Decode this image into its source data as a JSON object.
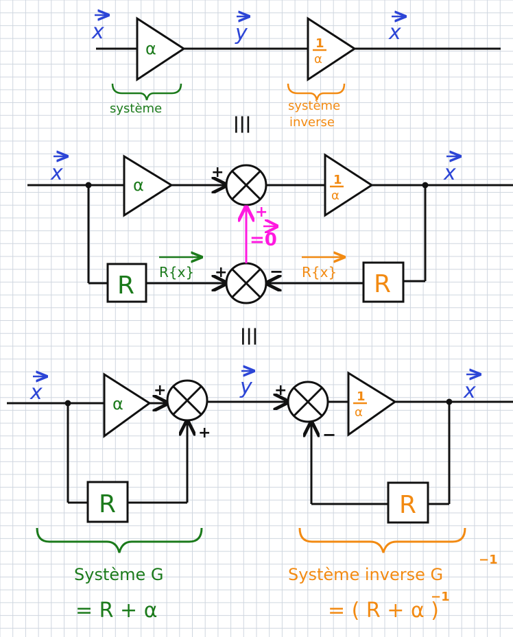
{
  "colors": {
    "grid": "#cfd6df",
    "line": "#111111",
    "blue": "#2c45d6",
    "green": "#1b7a1b",
    "orange": "#f28a12",
    "magenta": "#ff19e0"
  },
  "symbols": {
    "x_vec": "x",
    "y_vec": "y",
    "alpha": "α",
    "one": "1",
    "R": "R",
    "equiv": "|||",
    "plus": "+",
    "minus": "−"
  },
  "top": {
    "system_label": "système",
    "inverse_label_1": "système",
    "inverse_label_2": "inverse"
  },
  "middle": {
    "zero_vec": "=0",
    "R_of_x": "R{x}"
  },
  "bottom": {
    "system_G": "Système G",
    "system_G_eq": "= R + α",
    "inverse_title": "Système inverse G",
    "inverse_exp": "−1",
    "inverse_eq": "= ( R + α )",
    "inverse_eq_exp": "−1"
  }
}
